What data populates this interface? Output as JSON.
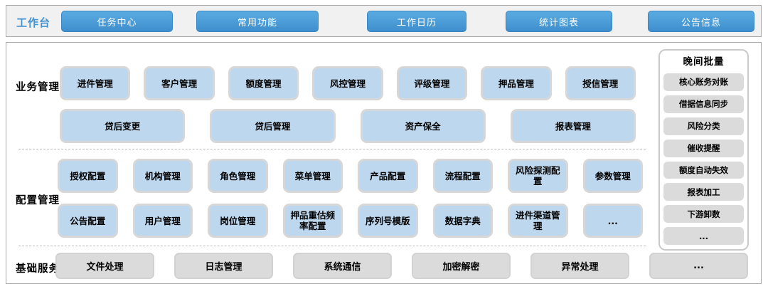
{
  "topbar": {
    "label": "工作台",
    "buttons": [
      {
        "label": "任务中心"
      },
      {
        "label": "常用功能"
      },
      {
        "label": "工作日历"
      },
      {
        "label": "统计图表"
      },
      {
        "label": "公告信息"
      }
    ]
  },
  "sections": {
    "business": {
      "label": "业务管理",
      "row1": [
        "进件管理",
        "客户管理",
        "额度管理",
        "风控管理",
        "评级管理",
        "押品管理",
        "授信管理"
      ],
      "row2": [
        "贷后变更",
        "贷后管理",
        "资产保全",
        "报表管理"
      ]
    },
    "config": {
      "label": "配置管理",
      "row1": [
        "授权配置",
        "机构管理",
        "角色管理",
        "菜单管理",
        "产品配置",
        "流程配置",
        "风险探测配置",
        "参数管理"
      ],
      "row2": [
        "公告配置",
        "用户管理",
        "岗位管理",
        "押品重估频率配置",
        "序列号模版",
        "数据字典",
        "进件渠道管理",
        "..."
      ]
    },
    "basic": {
      "label": "基础服务",
      "items": [
        "文件处理",
        "日志管理",
        "系统通信",
        "加密解密",
        "异常处理",
        "..."
      ]
    }
  },
  "batch": {
    "title": "晚间批量",
    "items": [
      "核心账务对账",
      "借据信息同步",
      "风险分类",
      "催收提醒",
      "额度自动失效",
      "报表加工",
      "下游卸数",
      "..."
    ]
  },
  "colors": {
    "accent_blue": "#4493d0",
    "module_blue": "#bdd7ee",
    "box_gray": "#dbdbdb",
    "topbar_bg": "#f1f1f1",
    "border_gray": "#a9a9a9"
  }
}
